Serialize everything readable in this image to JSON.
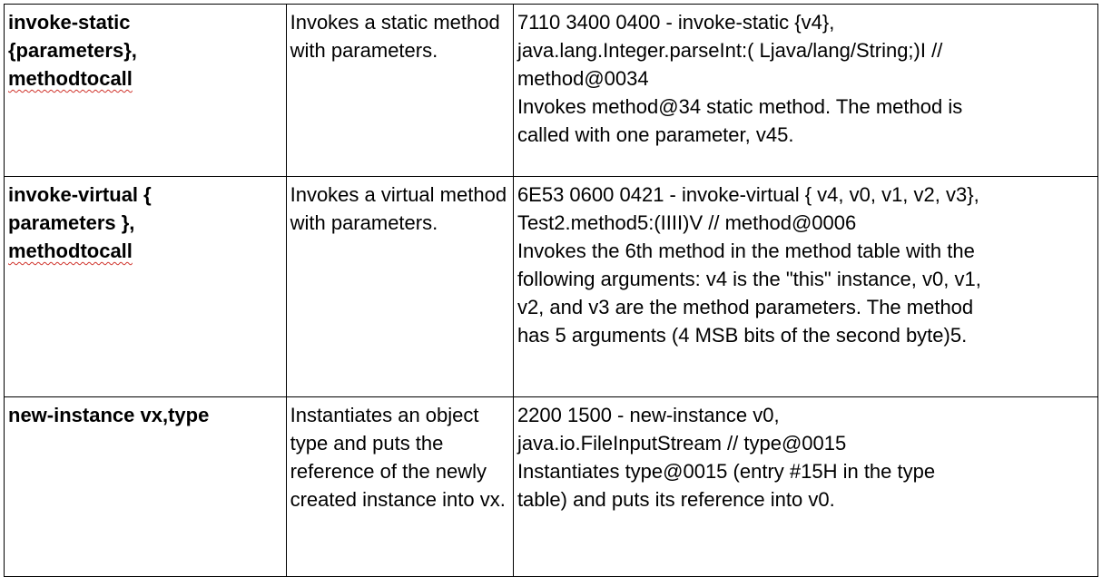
{
  "rows": [
    {
      "instruction": {
        "line1": "invoke-static",
        "line2": "{parameters},",
        "line3": "methodtocall"
      },
      "description": "Invokes a static method with parameters.",
      "example": [
        "7110 3400 0400 - invoke-static {v4},",
        "java.lang.Integer.parseInt:( Ljava/lang/String;)I //",
        "method@0034",
        "Invokes method@34 static method. The method is",
        "called with one parameter, v45."
      ]
    },
    {
      "instruction": {
        "line1": "invoke-virtual {",
        "line2": "parameters },",
        "line3": "methodtocall"
      },
      "description": "Invokes a virtual method with parameters.",
      "example": [
        "6E53 0600 0421 - invoke-virtual { v4, v0, v1, v2, v3},",
        "Test2.method5:(IIII)V // method@0006",
        "Invokes the 6th method in the method table with the",
        "following arguments: v4 is the \"this\" instance, v0, v1,",
        "v2, and v3 are the method parameters. The method",
        "has 5 arguments (4 MSB bits of the second byte)5."
      ]
    },
    {
      "instruction": {
        "line1": "new-instance vx,type"
      },
      "description": "Instantiates an object type and puts the reference of the newly created instance into vx.",
      "example": [
        "2200 1500 - new-instance v0,",
        "java.io.FileInputStream // type@0015",
        "Instantiates type@0015 (entry #15H in the type",
        "table) and puts its reference into v0."
      ]
    }
  ]
}
